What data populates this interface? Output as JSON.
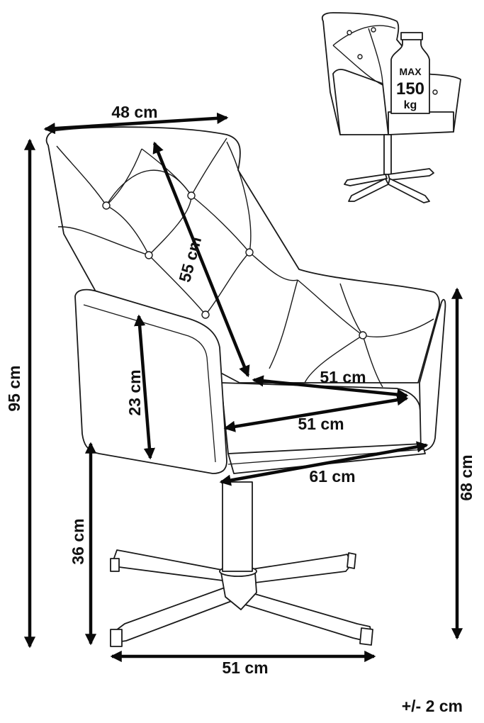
{
  "dimensions": {
    "width_top": "48 cm",
    "height_total": "95 cm",
    "backrest_diagonal": "55 cm",
    "armrest_height": "23 cm",
    "seat_depth": "51 cm",
    "seat_width": "51 cm",
    "overall_width": "61 cm",
    "seat_height": "68 cm",
    "floor_to_arm": "36 cm",
    "base_width": "51 cm"
  },
  "tolerance": "+/- 2 cm",
  "max_load_badge": {
    "line1": "MAX",
    "line2": "150",
    "line3": "kg"
  },
  "colors": {
    "line": "#1a1a1a",
    "dimension_arrow": "#0a0a0a",
    "background": "#ffffff"
  },
  "icons": [
    "chair-drawing-icon",
    "weight-badge-icon",
    "small-chair-thumbnail-icon"
  ]
}
